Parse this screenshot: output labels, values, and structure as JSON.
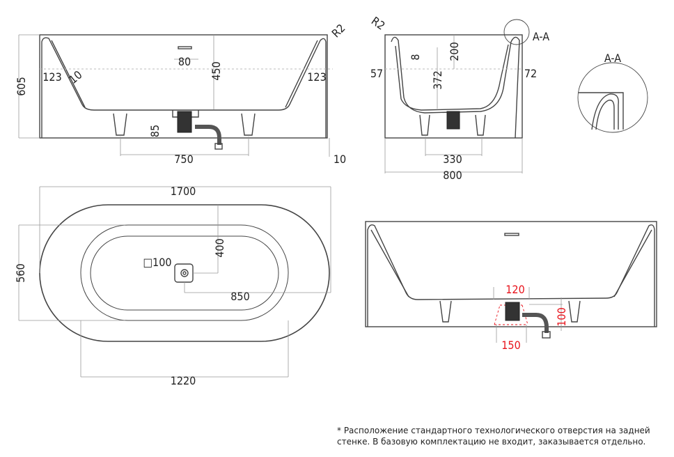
{
  "front_view": {
    "height": "605",
    "rim_offset_left": "123",
    "rim_offset_right": "123",
    "wall_thickness": "10",
    "overflow_width": "80",
    "inner_depth": "450",
    "drain_height": "85",
    "leg_spacing": "750",
    "leg_height": "10",
    "radius": "R2"
  },
  "side_view": {
    "radius": "R2",
    "section_marker": "A-A",
    "rim_left": "57",
    "rim_right": "72",
    "overflow_depth": "200",
    "depth": "372",
    "thickness": "8",
    "leg_spacing": "330",
    "width": "800"
  },
  "detail": {
    "title": "A-A"
  },
  "top_view": {
    "length": "1700",
    "width": "560",
    "drain_offset_y": "400",
    "drain_offset_x": "850",
    "drain_size": "□100",
    "inner_length": "1220"
  },
  "install_view": {
    "hole_top": "120",
    "hole_bottom": "150",
    "hole_height": "100",
    "accent_color": "#e8141c"
  },
  "footnote": {
    "line1": "* Расположение стандартного технологического отверстия на задней",
    "line2": "стенке. В базовую комплектацию не входит, заказывается отдельно."
  }
}
